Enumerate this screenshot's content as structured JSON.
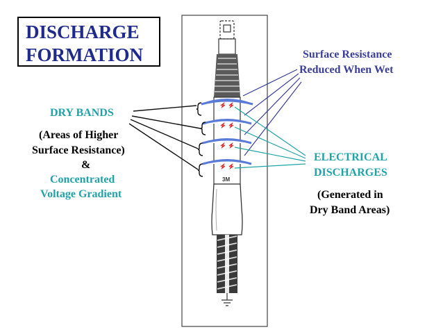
{
  "title": {
    "line1": "DISCHARGE",
    "line2": "FORMATION"
  },
  "left_labels": {
    "dry_bands": "DRY BANDS",
    "areas_line1": "(Areas of Higher",
    "areas_line2": "Surface Resistance)",
    "ampersand": "&",
    "concentrated": "Concentrated",
    "voltage_gradient": "Voltage Gradient"
  },
  "right_labels": {
    "surface_resistance": "Surface Resistance",
    "reduced_when_wet": "Reduced When Wet",
    "electrical": "ELECTRICAL",
    "discharges": "DISCHARGES",
    "generated_in": "(Generated in",
    "dry_band_areas": "Dry Band Areas)"
  },
  "termination_marking": "3M",
  "colors": {
    "title": "#1f2a8c",
    "navy": "#3b3f99",
    "teal": "#20a3a8",
    "shed_blue": "#5a7ad8",
    "spark": "#e02020"
  }
}
